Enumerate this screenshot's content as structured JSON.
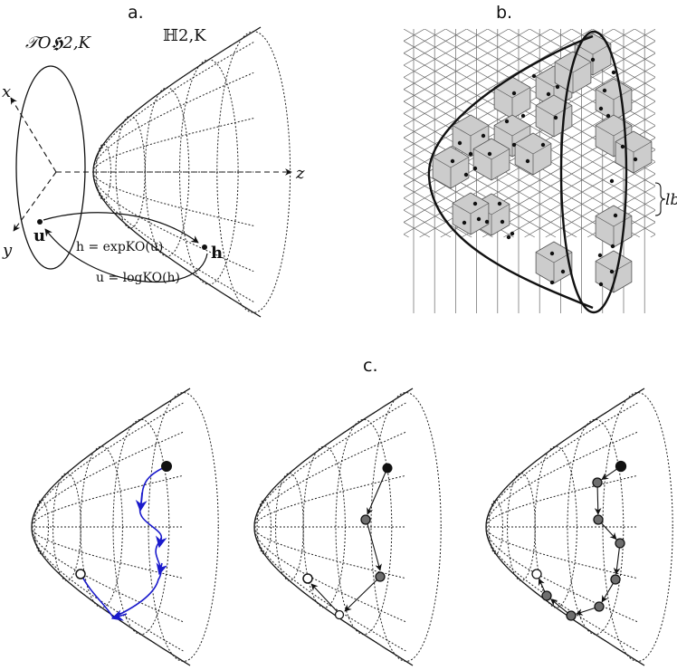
{
  "panels": {
    "a": {
      "label": "a.",
      "tangent_space_label": "𝒯O𝕳2,K",
      "manifold_label": "ℍ2,K",
      "axis_x": "x",
      "axis_y": "y",
      "axis_z": "z",
      "point_u": "u",
      "point_h": "h",
      "exp_map": "h = expKO(u)",
      "log_map": "u = logKO(h)"
    },
    "b": {
      "label": "b.",
      "scale_label": "lb"
    },
    "c": {
      "label": "c."
    }
  },
  "colors": {
    "ink": "#111111",
    "hex_fill": "#cccccc",
    "trajectory_blue": "#1a1acc",
    "node_gray": "#6e6e6e"
  }
}
